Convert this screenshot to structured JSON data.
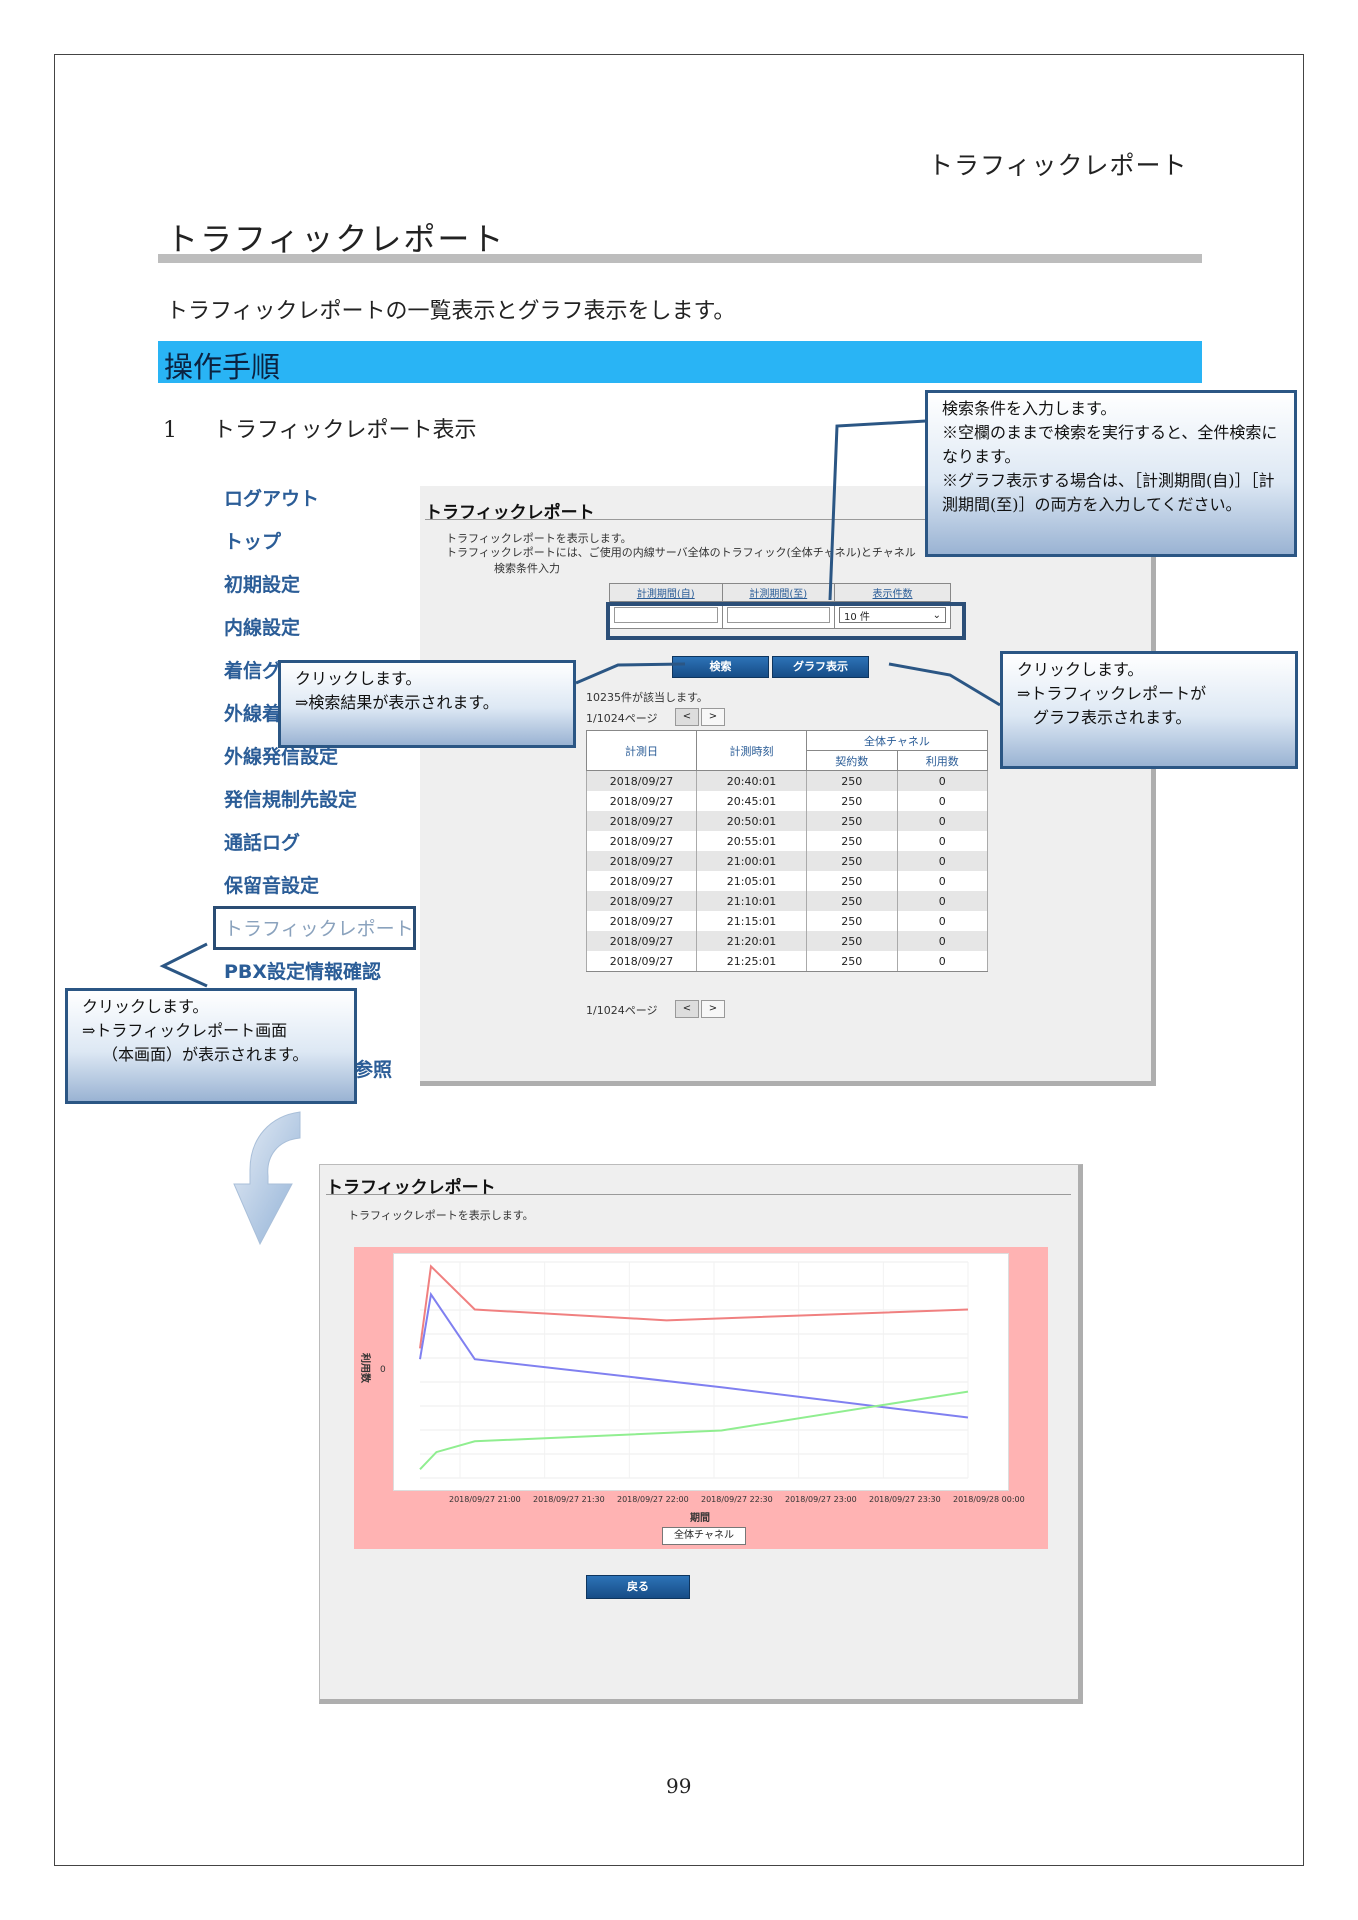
{
  "header_title": "トラフィックレポート",
  "page_title": "トラフィックレポート",
  "lead": "トラフィックレポートの一覧表示とグラフ表示をします。",
  "section_band": "操作手順",
  "step": {
    "number": "1",
    "text": "トラフィックレポート表示"
  },
  "sidebar": {
    "items": [
      "ログアウト",
      "トップ",
      "初期設定",
      "内線設定",
      "着信グ",
      "外線着",
      "外線発信設定",
      "発信規制先設定",
      "通話ログ",
      "保留音設定",
      "トラフィックレポート",
      "PBX設定情報確認",
      "参照"
    ]
  },
  "screen1": {
    "title": "トラフィックレポート",
    "desc1": "トラフィックレポートを表示します。",
    "desc2": "トラフィックレポートには、ご使用の内線サーバ全体のトラフィック(全体チャネル)とチャネル",
    "cond_label": "検索条件入力",
    "cond_headers": [
      "計測期間(自)",
      "計測期間(至)",
      "表示件数"
    ],
    "count_value": "10 件",
    "search_button": "検索",
    "graph_button": "グラフ表示",
    "result_count": "10235件が該当します。",
    "pager_text": "1/1024ページ",
    "pager_prev": "<",
    "pager_next": ">",
    "table": {
      "col_date": "計測日",
      "col_time": "計測時刻",
      "group": "全体チャネル",
      "col_contract": "契約数",
      "col_usage": "利用数",
      "rows": [
        [
          "2018/09/27",
          "20:40:01",
          "250",
          "0"
        ],
        [
          "2018/09/27",
          "20:45:01",
          "250",
          "0"
        ],
        [
          "2018/09/27",
          "20:50:01",
          "250",
          "0"
        ],
        [
          "2018/09/27",
          "20:55:01",
          "250",
          "0"
        ],
        [
          "2018/09/27",
          "21:00:01",
          "250",
          "0"
        ],
        [
          "2018/09/27",
          "21:05:01",
          "250",
          "0"
        ],
        [
          "2018/09/27",
          "21:10:01",
          "250",
          "0"
        ],
        [
          "2018/09/27",
          "21:15:01",
          "250",
          "0"
        ],
        [
          "2018/09/27",
          "21:20:01",
          "250",
          "0"
        ],
        [
          "2018/09/27",
          "21:25:01",
          "250",
          "0"
        ]
      ]
    }
  },
  "callouts": {
    "search_conditions": [
      "検索条件を入力します。",
      "※空欄のままで検索を実行すると、全件検索になります。",
      "※グラフ表示する場合は、［計測期間(自)］［計測期間(至)］の両方を入力してください。"
    ],
    "search_click": [
      "クリックします。",
      "⇒検索結果が表示されます。"
    ],
    "graph_click": [
      "クリックします。",
      "⇒トラフィックレポートが",
      "　グラフ表示されます。"
    ],
    "menu_click": [
      "クリックします。",
      "⇒トラフィックレポート画面",
      "（本画面）が表示されます。"
    ]
  },
  "screen2": {
    "title": "トラフィックレポート",
    "desc": "トラフィックレポートを表示します。",
    "back_button": "戻る"
  },
  "chart_data": {
    "type": "line",
    "title": "",
    "xlabel": "期間",
    "ylabel": "利用数",
    "y_tick_labels": [
      "0"
    ],
    "x": [
      "2018/09/27 21:00",
      "2018/09/27 21:30",
      "2018/09/27 22:00",
      "2018/09/27 22:30",
      "2018/09/27 23:00",
      "2018/09/27 23:30",
      "2018/09/28 00:00"
    ],
    "legend_position": "bottom",
    "legend": [
      "全体チャネル"
    ],
    "series": [
      {
        "color": "#f08080",
        "points": [
          [
            0.0,
            0.6
          ],
          [
            0.02,
            0.98
          ],
          [
            0.1,
            0.78
          ],
          [
            0.45,
            0.73
          ],
          [
            1.0,
            0.78
          ]
        ]
      },
      {
        "color": "#8080f0",
        "points": [
          [
            0.0,
            0.55
          ],
          [
            0.02,
            0.85
          ],
          [
            0.1,
            0.55
          ],
          [
            0.55,
            0.42
          ],
          [
            1.0,
            0.28
          ]
        ]
      },
      {
        "color": "#90ee90",
        "points": [
          [
            0.0,
            0.04
          ],
          [
            0.03,
            0.12
          ],
          [
            0.1,
            0.17
          ],
          [
            0.55,
            0.22
          ],
          [
            1.0,
            0.4
          ]
        ]
      }
    ],
    "grid": true
  },
  "page_number": "99"
}
